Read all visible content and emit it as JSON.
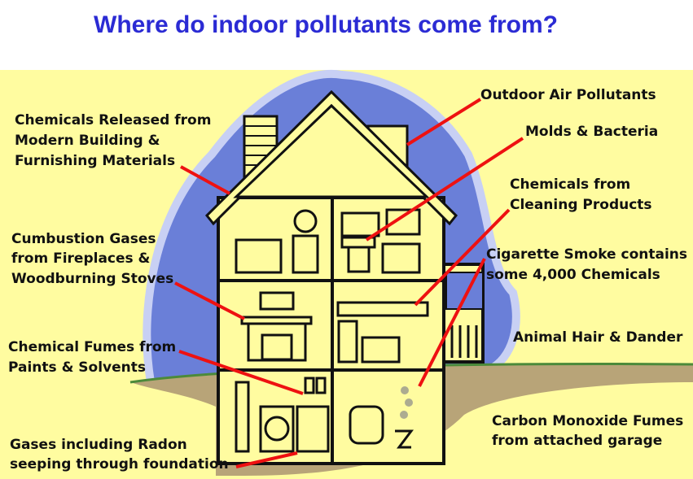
{
  "title": "Where do indoor pollutants come from?",
  "colors": {
    "title": "#2b2bd4",
    "background": "#fffca0",
    "halo": "#6a7fd8",
    "ground": "#b8a478",
    "leader_lines": "#ee1111"
  },
  "labels": {
    "building_materials": [
      "Chemicals Released from",
      "Modern Building &",
      "Furnishing Materials"
    ],
    "combustion": [
      "Cumbustion Gases",
      "from Fireplaces &",
      "Woodburning Stoves"
    ],
    "paints": [
      "Chemical Fumes from",
      "Paints & Solvents"
    ],
    "radon": [
      "Gases including Radon",
      "seeping through foundation"
    ],
    "outdoor": [
      "Outdoor Air Pollutants"
    ],
    "molds": [
      "Molds & Bacteria"
    ],
    "cleaning": [
      "Chemicals from",
      "Cleaning Products"
    ],
    "cigarette": [
      "Cigarette Smoke contains",
      "some 4,000 Chemicals"
    ],
    "animal": [
      "Animal Hair & Dander"
    ],
    "carbon_monoxide": [
      "Carbon Monoxide Fumes",
      "from attached garage"
    ]
  }
}
